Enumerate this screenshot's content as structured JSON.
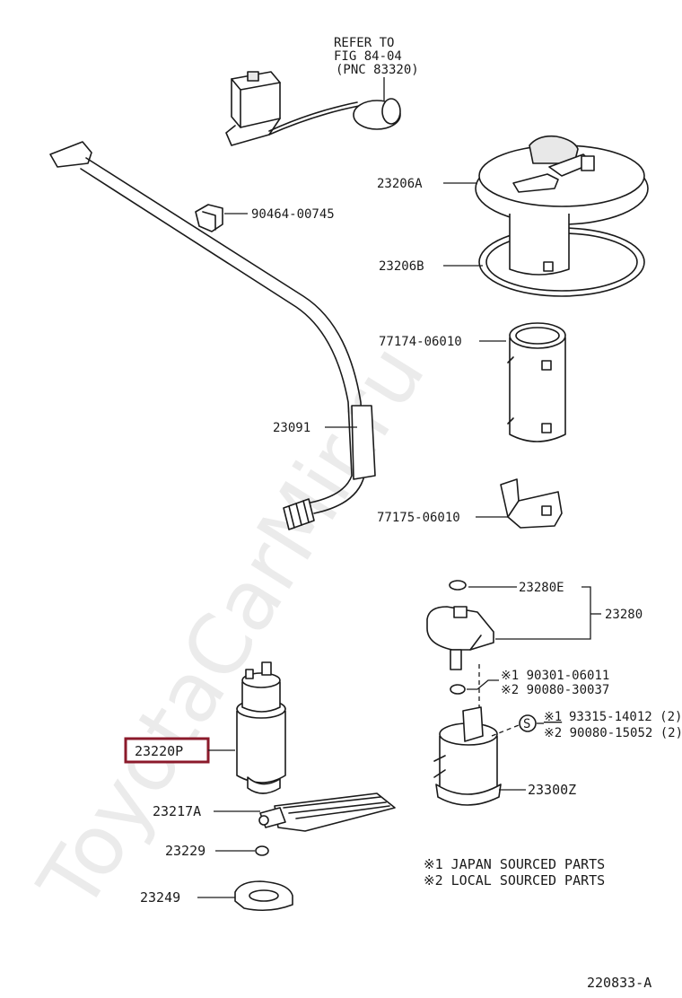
{
  "watermark": "ToyotaCarMir.ru",
  "figure_id": "220833-A",
  "refer": {
    "line1": "REFER TO",
    "line2": "FIG 84-04",
    "line3": "(PNC 83320)"
  },
  "parts": {
    "p23206A": "23206A",
    "p90464": "90464-00745",
    "p23206B": "23206B",
    "p77174": "77174-06010",
    "p23091": "23091",
    "p77175": "77175-06010",
    "p23280E": "23280E",
    "p23280": "23280",
    "p90301": "※1 90301-06011",
    "p90080a": "※2 90080-30037",
    "p93315": "93315-14012 (2)",
    "p93315_mark": "※1",
    "p90080b": "※2 90080-15052 (2)",
    "p23220P": "23220P",
    "p23300Z": "23300Z",
    "p23217A": "23217A",
    "p23229": "23229",
    "p23249": "23249",
    "s_symbol": "S"
  },
  "notes": {
    "note1": "※1 JAPAN SOURCED PARTS",
    "note2": "※2 LOCAL SOURCED PARTS"
  },
  "colors": {
    "highlight": "#8b1a2b",
    "line": "#1a1a1a",
    "watermark": "#dcdcdc"
  }
}
